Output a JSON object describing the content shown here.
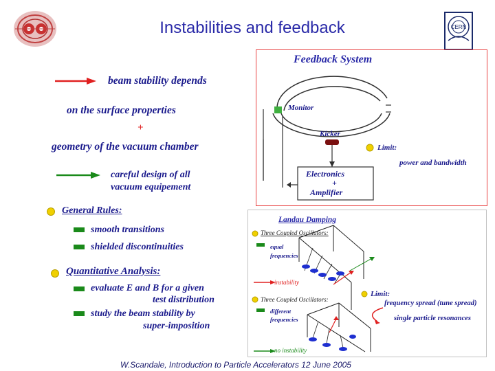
{
  "slide": {
    "title": "Instabilities and feedback",
    "footer": "W.Scandale, Introduction to Particle Accelerators 12 June 2005"
  },
  "left": {
    "line1": "beam stability depends",
    "line2": "on the surface properties",
    "plus": "+",
    "line3": "geometry of the vacuum chamber",
    "line4a": "careful design of all",
    "line4b": "vacuum equipement",
    "general_rules": "General Rules:",
    "rule1": "smooth transitions",
    "rule2": "shielded discontinuities",
    "quant": "Quantitative Analysis:",
    "q1a": "evaluate E and B for a given",
    "q1b": "test distribution",
    "q2a": "study the beam stability by",
    "q2b": "super-imposition"
  },
  "feedback": {
    "title": "Feedback System",
    "monitor": "Monitor",
    "kicker": "Kicker",
    "limit": "Limit:",
    "limit_detail": "power and bandwidth",
    "electronics": "Electronics",
    "plus": "+",
    "amplifier": "Amplifier"
  },
  "landau": {
    "title": "Landau Damping",
    "osc1": "Three Coupled Oscillators:",
    "equal_a": "equal",
    "equal_b": "frequencies",
    "instability": "instability",
    "limit": "Limit:",
    "freq_spread": "frequency spread (tune spread)",
    "single": "single particle resonances",
    "osc2": "Three Coupled Oscillators:",
    "diff_a": "different",
    "diff_b": "frequencies",
    "no_instability": "no instability"
  },
  "logos": {
    "left": "lhc-logo-icon",
    "right": "cern-logo-icon",
    "cern_text": "CERN"
  },
  "colors": {
    "title": "#2a2aa8",
    "text": "#1a1a8c",
    "red": "#e02020",
    "green": "#1a8a1a",
    "yellow": "#f0d000"
  }
}
